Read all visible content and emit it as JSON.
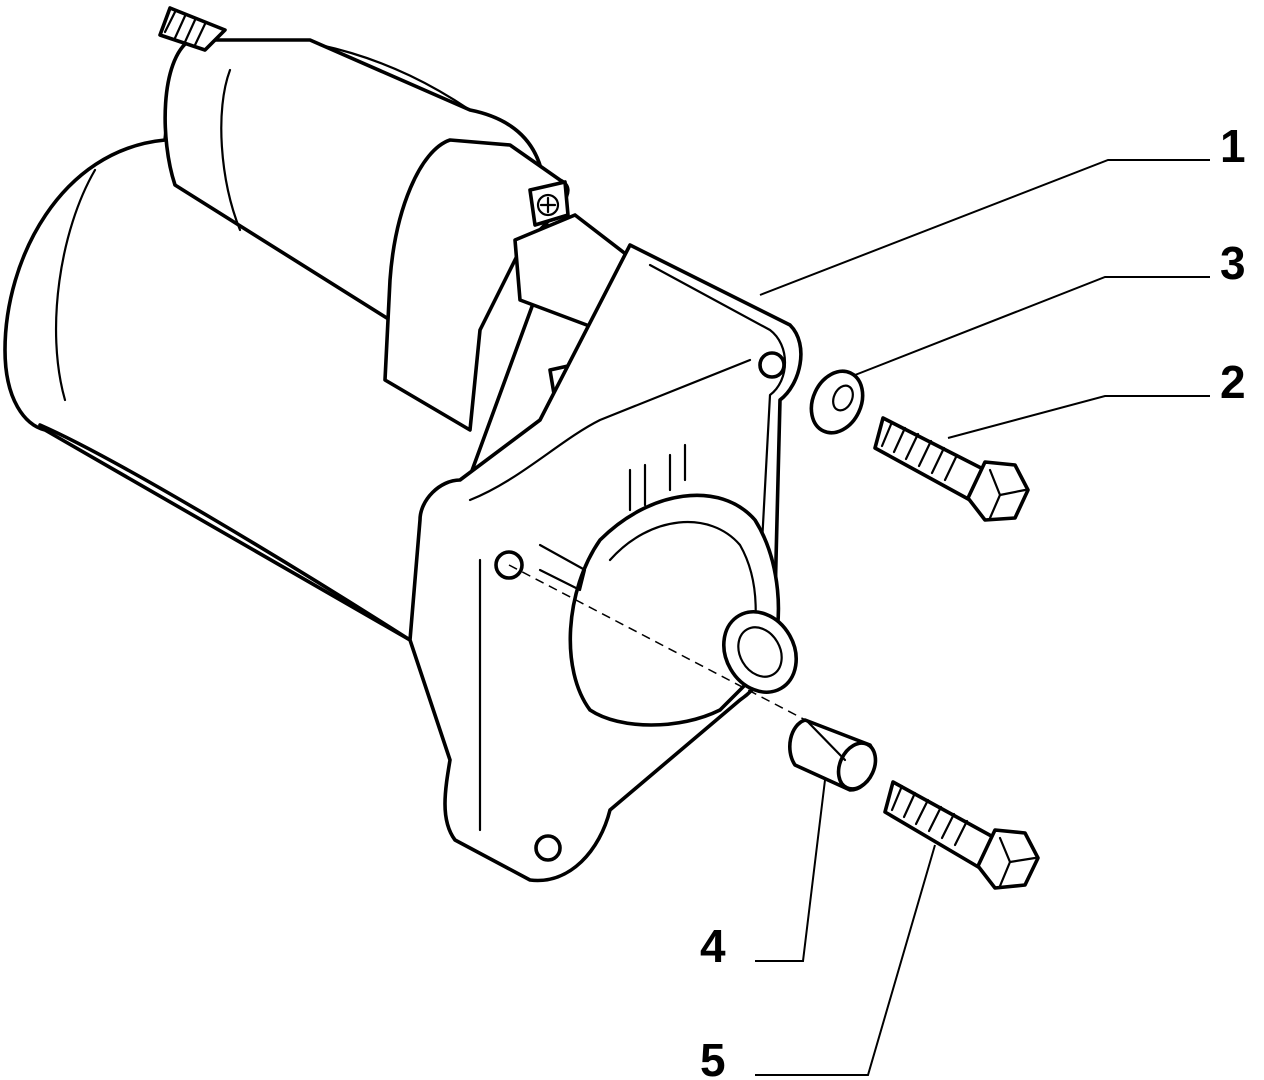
{
  "callouts": [
    {
      "id": "1",
      "label": "1"
    },
    {
      "id": "2",
      "label": "2"
    },
    {
      "id": "3",
      "label": "3"
    },
    {
      "id": "4",
      "label": "4"
    },
    {
      "id": "5",
      "label": "5"
    }
  ],
  "colors": {
    "line": "#000000",
    "background": "#ffffff"
  },
  "icons": {
    "starter": "starter-motor-icon",
    "bolt": "hex-bolt-icon",
    "washer": "washer-icon",
    "bush": "bush-icon"
  }
}
